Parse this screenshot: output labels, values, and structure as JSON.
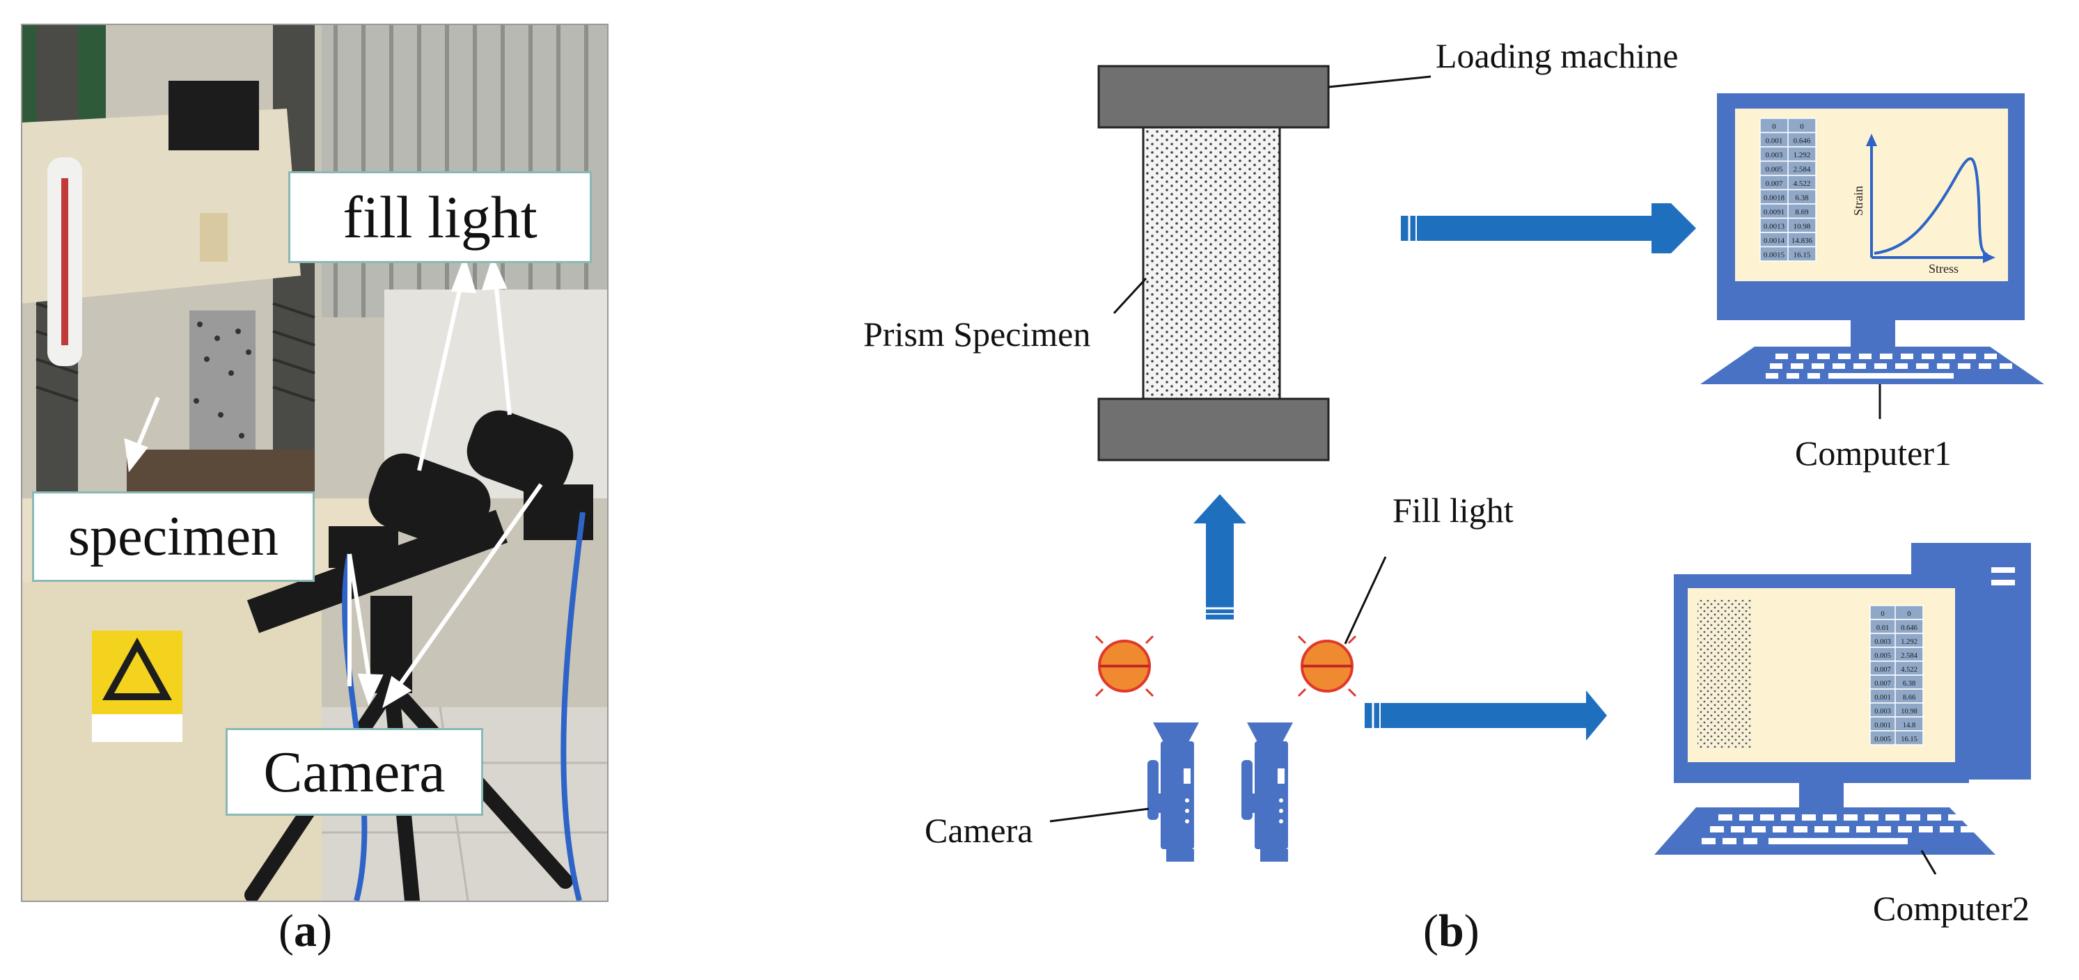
{
  "panel_a": {
    "caption_letter": "a",
    "labels": {
      "fill_light": "fill light",
      "specimen": "specimen",
      "camera": "Camera"
    }
  },
  "panel_b": {
    "caption_letter": "b",
    "labels": {
      "loading_machine": "Loading machine",
      "prism_specimen": "Prism Specimen",
      "fill_light": "Fill light",
      "camera": "Camera",
      "computer1": "Computer1",
      "computer2": "Computer2"
    },
    "computer1_table": [
      [
        "0",
        "0"
      ],
      [
        "0.001",
        "0.646"
      ],
      [
        "0.003",
        "1.292"
      ],
      [
        "0.005",
        "2.584"
      ],
      [
        "0.007",
        "4.522"
      ],
      [
        "0.0018",
        "6.38"
      ],
      [
        "0.0091",
        "8.69"
      ],
      [
        "0.0013",
        "10.98"
      ],
      [
        "0.0014",
        "14.836"
      ],
      [
        "0.0015",
        "16.15"
      ]
    ],
    "computer2_table": [
      [
        "0",
        "0"
      ],
      [
        "0.01",
        "0.646"
      ],
      [
        "0.003",
        "1.292"
      ],
      [
        "0.005",
        "2.584"
      ],
      [
        "0.007",
        "4.522"
      ],
      [
        "0.007",
        "6.38"
      ],
      [
        "0.001",
        "8.66"
      ],
      [
        "0.003",
        "10.98"
      ],
      [
        "0.001",
        "14.8"
      ],
      [
        "0.005",
        "16.15"
      ]
    ],
    "chart_labels": {
      "y_axis": "Strain",
      "x_axis": "Stress"
    }
  },
  "colors": {
    "arrow_blue": "#1f6fbf",
    "computer_blue": "#4a72c4",
    "screen_cream": "#fdf3d3",
    "fill_light_orange": "#f08a30",
    "fill_light_red": "#e0392b",
    "machine_gray": "#707070"
  }
}
